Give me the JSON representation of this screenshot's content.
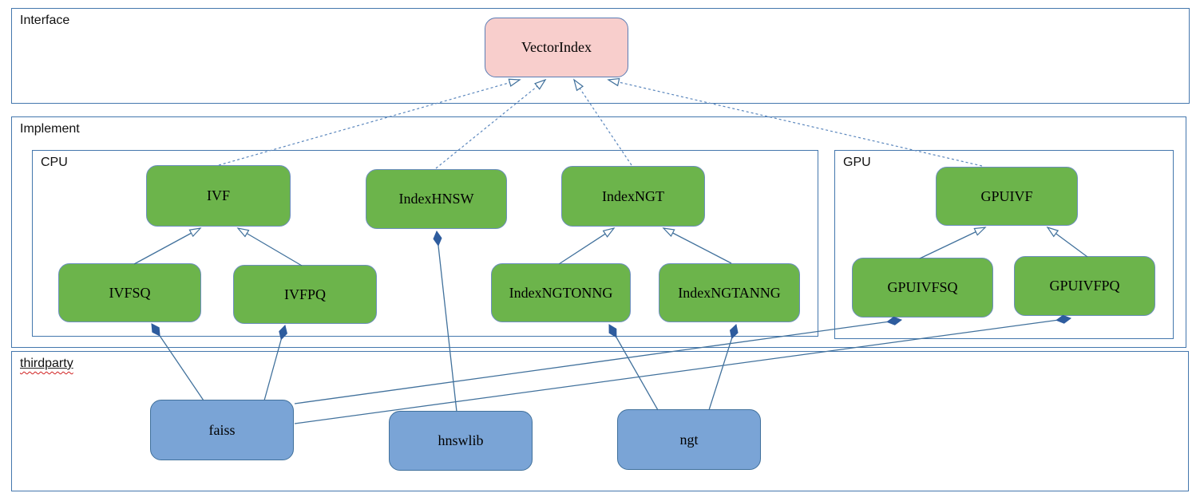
{
  "containers": {
    "interface": {
      "label": "Interface"
    },
    "implement": {
      "label": "Implement"
    },
    "cpu": {
      "label": "CPU"
    },
    "gpu": {
      "label": "GPU"
    },
    "thirdparty": {
      "label": "thirdparty"
    }
  },
  "nodes": {
    "vectorindex": {
      "label": "VectorIndex"
    },
    "ivf": {
      "label": "IVF"
    },
    "indexhnsw": {
      "label": "IndexHNSW"
    },
    "indexngt": {
      "label": "IndexNGT"
    },
    "ivfsq": {
      "label": "IVFSQ"
    },
    "ivfpq": {
      "label": "IVFPQ"
    },
    "indexngtonng": {
      "label": "IndexNGTONNG"
    },
    "indexngtanng": {
      "label": "IndexNGTANNG"
    },
    "gpuivf": {
      "label": "GPUIVF"
    },
    "gpuivfsq": {
      "label": "GPUIVFSQ"
    },
    "gpuivfpq": {
      "label": "GPUIVFPQ"
    },
    "faiss": {
      "label": "faiss"
    },
    "hnswlib": {
      "label": "hnswlib"
    },
    "ngt": {
      "label": "ngt"
    }
  },
  "relationships": [
    {
      "from": "IVF",
      "to": "VectorIndex",
      "type": "realization-dashed"
    },
    {
      "from": "IndexHNSW",
      "to": "VectorIndex",
      "type": "realization-dashed"
    },
    {
      "from": "IndexNGT",
      "to": "VectorIndex",
      "type": "realization-dashed"
    },
    {
      "from": "GPUIVF",
      "to": "VectorIndex",
      "type": "realization-dashed"
    },
    {
      "from": "IVFSQ",
      "to": "IVF",
      "type": "inheritance"
    },
    {
      "from": "IVFPQ",
      "to": "IVF",
      "type": "inheritance"
    },
    {
      "from": "IndexNGTONNG",
      "to": "IndexNGT",
      "type": "inheritance"
    },
    {
      "from": "IndexNGTANNG",
      "to": "IndexNGT",
      "type": "inheritance"
    },
    {
      "from": "GPUIVFSQ",
      "to": "GPUIVF",
      "type": "inheritance"
    },
    {
      "from": "GPUIVFPQ",
      "to": "GPUIVF",
      "type": "inheritance"
    },
    {
      "from": "faiss",
      "to": "IVFSQ",
      "type": "composition"
    },
    {
      "from": "faiss",
      "to": "IVFPQ",
      "type": "composition"
    },
    {
      "from": "faiss",
      "to": "GPUIVFSQ",
      "type": "composition"
    },
    {
      "from": "faiss",
      "to": "GPUIVFPQ",
      "type": "composition"
    },
    {
      "from": "hnswlib",
      "to": "IndexHNSW",
      "type": "composition"
    },
    {
      "from": "ngt",
      "to": "IndexNGTONNG",
      "type": "composition"
    },
    {
      "from": "ngt",
      "to": "IndexNGTANNG",
      "type": "composition"
    }
  ],
  "colors": {
    "interface_node_fill": "#f8cecc",
    "implement_node_fill": "#6cb44b",
    "thirdparty_node_fill": "#7aa4d6",
    "container_border": "#4477ad",
    "connector_line": "#41719c",
    "composition_diamond": "#2e5c9e",
    "spellcheck_underline": "#d02020"
  }
}
